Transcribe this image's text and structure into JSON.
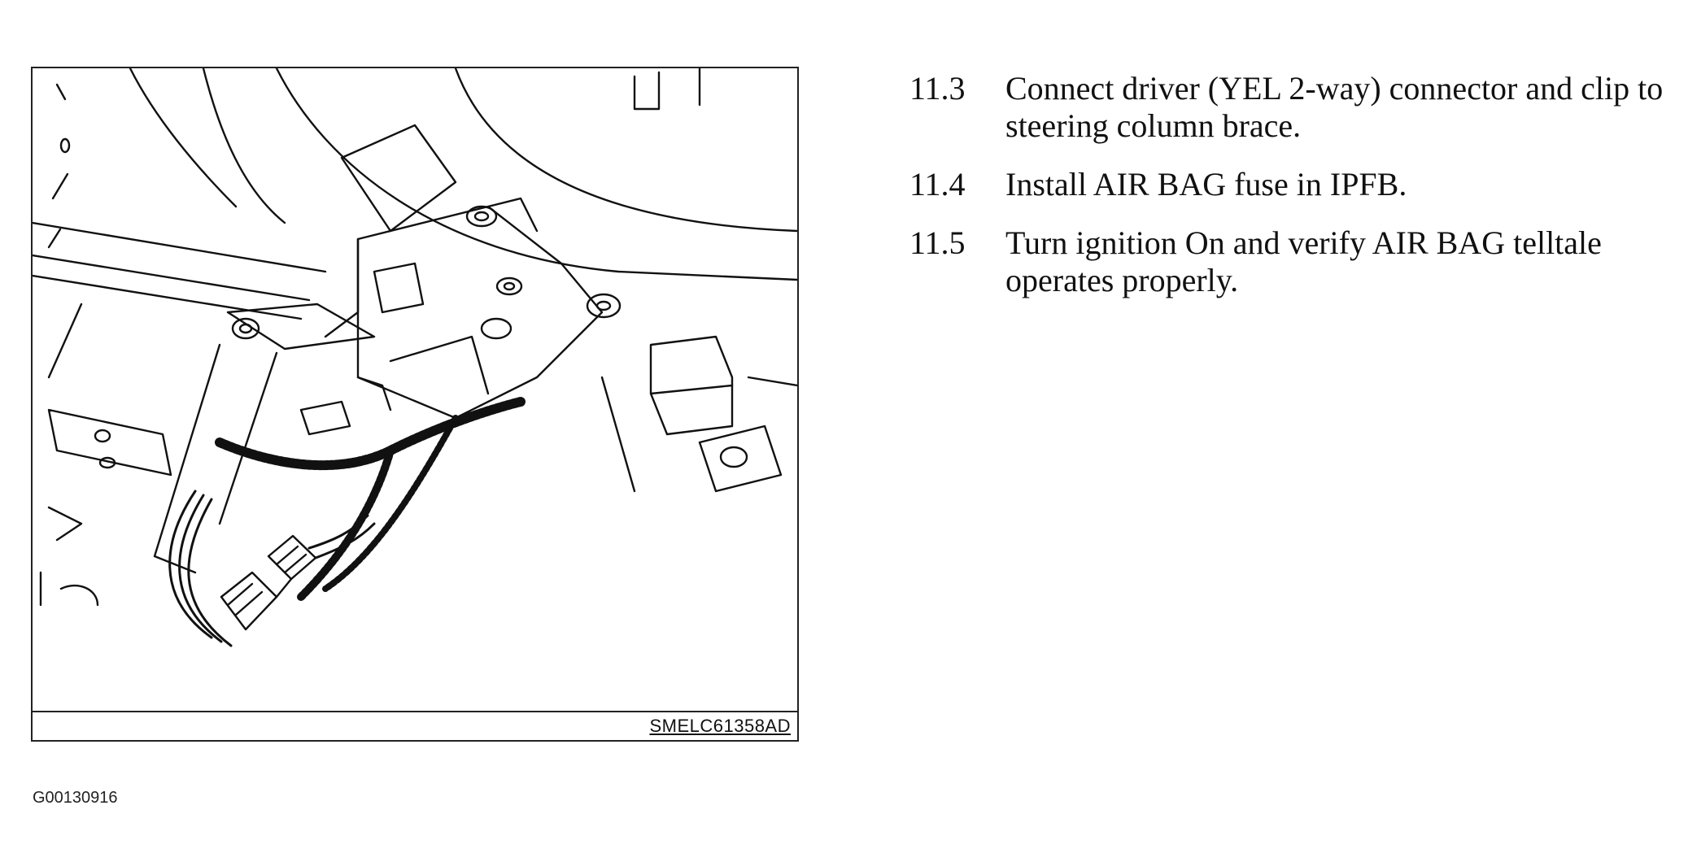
{
  "figure": {
    "code": "SMELC61358AD",
    "illustration": "steering-column-wiring-line-drawing"
  },
  "document_id": "G00130916",
  "steps": [
    {
      "number": "11.3",
      "text": "Connect driver (YEL 2-way) connector and clip to steering column brace."
    },
    {
      "number": "11.4",
      "text": "Install AIR BAG fuse in IPFB."
    },
    {
      "number": "11.5",
      "text": "Turn ignition On and verify AIR BAG telltale operates properly."
    }
  ]
}
